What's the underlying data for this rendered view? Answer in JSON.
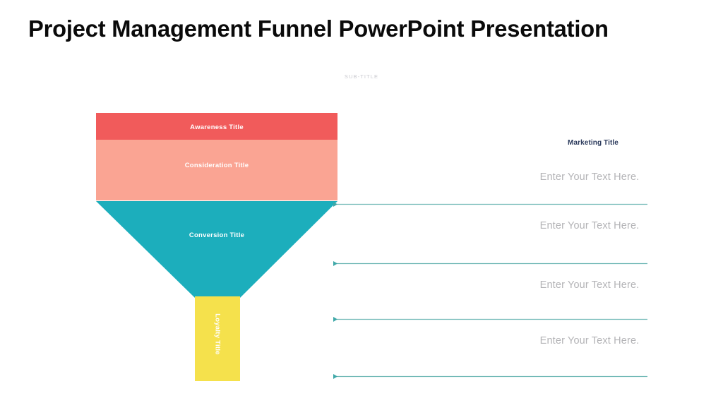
{
  "slide": {
    "title": "Project Management Funnel PowerPoint Presentation",
    "subtitle": "SUB-TITLE",
    "background_color": "#ffffff",
    "title_color": "#0a0a0a",
    "subtitle_color": "#c9c9cf"
  },
  "funnel": {
    "stages": [
      {
        "label": "Awareness Title",
        "color": "#f15b5b",
        "text_color": "#ffffff",
        "shape": "rectangle"
      },
      {
        "label": "Consideration Title",
        "color": "#faa493",
        "text_color": "#ffffff",
        "shape": "rectangle"
      },
      {
        "label": "Conversion Title",
        "color": "#1caebc",
        "text_color": "#ffffff",
        "shape": "inverted-triangle"
      },
      {
        "label": "Loyalty Title",
        "color": "#f5e14c",
        "text_color": "#ffffff",
        "shape": "stem-rectangle"
      }
    ]
  },
  "panel": {
    "heading": "Marketing Title",
    "heading_color": "#2b3a5c",
    "notes": [
      "Enter Your Text Here.",
      "Enter Your Text Here.",
      "Enter Your Text Here.",
      "Enter Your Text Here."
    ],
    "note_color": "#b3b3b6"
  },
  "connectors": {
    "color": "#5fb5b5",
    "arrow_direction": "left",
    "count": 4
  }
}
